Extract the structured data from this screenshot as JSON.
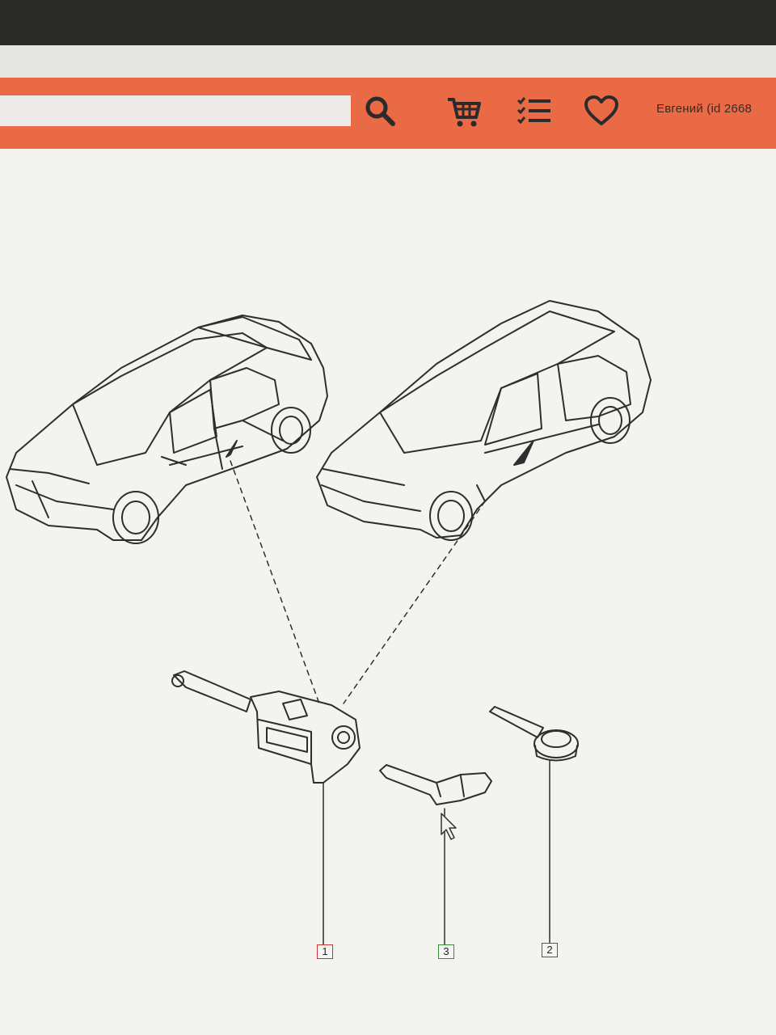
{
  "header": {
    "search_placeholder": "",
    "user_label": "Евгений  (id 2668",
    "accent_color": "#e96a45",
    "icons": [
      "search-icon",
      "cart-icon",
      "list-icon",
      "heart-icon"
    ]
  },
  "diagram": {
    "callouts": [
      {
        "label": "1",
        "color": "#cc3333"
      },
      {
        "label": "3",
        "color": "#3a8a3a"
      },
      {
        "label": "2",
        "color": "#555555"
      }
    ]
  }
}
